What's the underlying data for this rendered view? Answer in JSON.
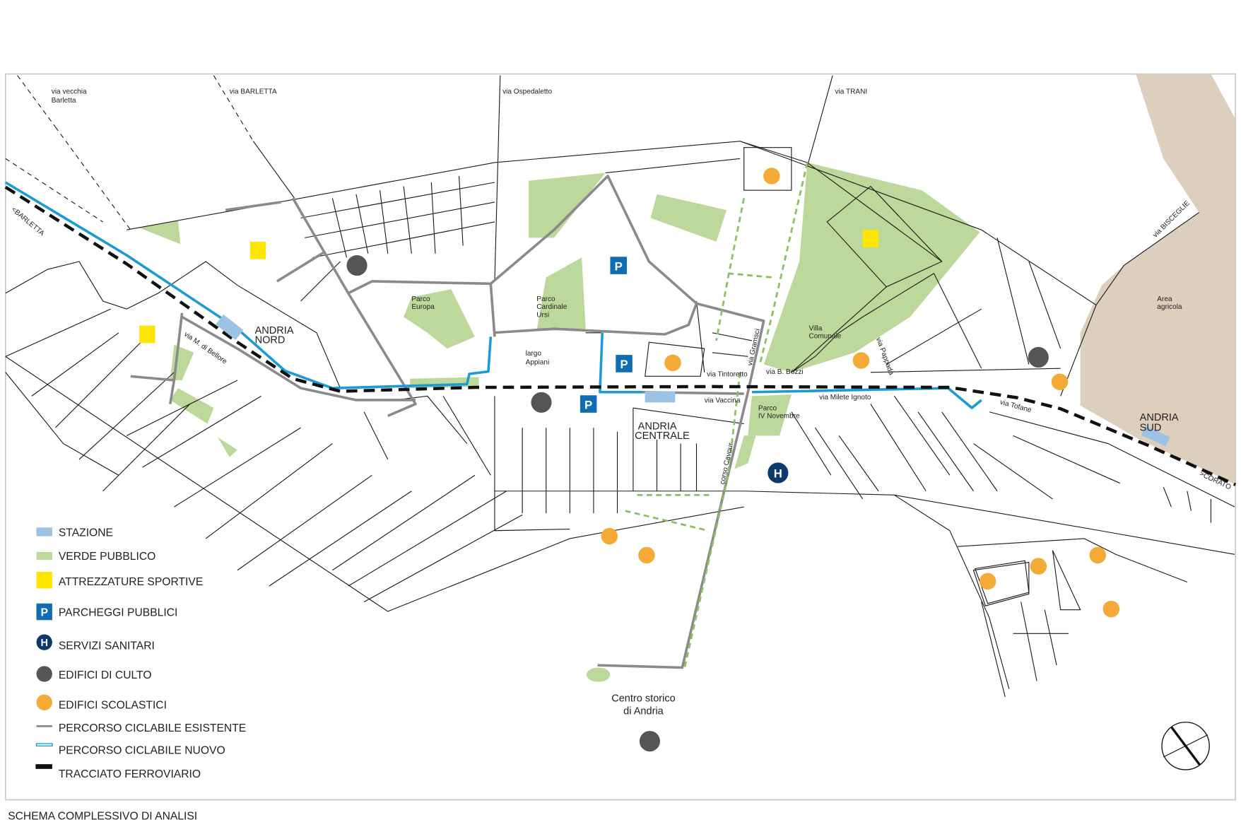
{
  "map": {
    "caption": "SCHEMA COMPLESSIVO DI ANALISI",
    "streets": {
      "via_vecchia_1": "via vecchia",
      "via_vecchia_2": "Barletta",
      "via_barletta": "via BARLETTA",
      "via_ospedaletto": "via Ospedaletto",
      "via_trani": "via TRANI",
      "via_bisceglie": "via BISCEGLIE",
      "to_barletta": "<BARLETTA",
      "to_corato": ">CORATO",
      "via_bellore": "via M. di Bellore",
      "via_tintoretto": "via Tintoretto",
      "via_bozzi": "via B. Bozzi",
      "via_gramsci": "via Gramsci",
      "via_vaccina": "via Vaccina",
      "via_milete": "via Milete Ignoto",
      "via_tofane": "via Tofane",
      "via_vertical": "via Pappadà",
      "corso_cavour": "corso Cavour"
    },
    "places": {
      "parco_europa_1": "Parco",
      "parco_europa_2": "Europa",
      "parco_ursi_1": "Parco",
      "parco_ursi_2": "Cardinale",
      "parco_ursi_3": "Ursi",
      "largo_1": "largo",
      "largo_2": "Appiani",
      "villa_1": "Villa",
      "villa_2": "Comunale",
      "parco_iv_1": "Parco",
      "parco_iv_2": "IV Novembre",
      "area_1": "Area",
      "area_2": "agricola",
      "centro_1": "Centro storico",
      "centro_2": "di  Andria"
    },
    "stations": {
      "nord_1": "ANDRIA",
      "nord_2": "NORD",
      "centrale_1": "ANDRIA",
      "centrale_2": "CENTRALE",
      "sud_1": "ANDRIA",
      "sud_2": "SUD"
    },
    "parking_symbol": "P",
    "hospital_symbol": "H"
  },
  "legend": {
    "items": [
      {
        "label": "STAZIONE",
        "color": "#9cc3e4"
      },
      {
        "label": "VERDE PUBBLICO",
        "color": "#bcd89a"
      },
      {
        "label": "ATTREZZATURE SPORTIVE",
        "color": "#ffe600"
      },
      {
        "label": "PARCHEGGI PUBBLICI",
        "color": "#0f6db4"
      },
      {
        "label": "SERVIZI SANITARI",
        "color": "#0c3a6b"
      },
      {
        "label": "EDIFICI DI CULTO",
        "color": "#555555"
      },
      {
        "label": "EDIFICI SCOLASTICI",
        "color": "#f5a937"
      },
      {
        "label": "PERCORSO CICLABILE ESISTENTE",
        "color": "#8a8a8a"
      },
      {
        "label": "PERCORSO CICLABILE NUOVO",
        "color": "#1b9ad6"
      },
      {
        "label": "TRACCIATO FERROVIARIO",
        "color": "#111111"
      }
    ]
  }
}
